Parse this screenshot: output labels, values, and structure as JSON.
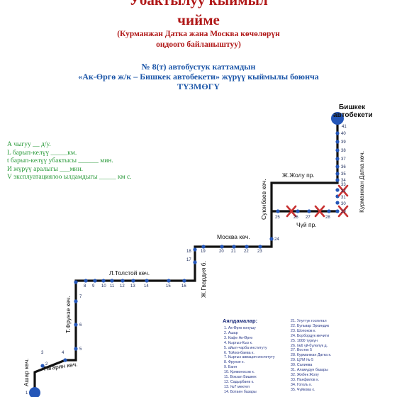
{
  "header": {
    "line1": "Убактылуу кыймыл",
    "line2": "чийме",
    "line3": "(Курманжан Датка жана Москва көчөлөрүн",
    "line4": "оңдоого байланыштуу)",
    "line5": "№ 8(т) автобустук каттамдын",
    "line6": "«Ак-Өргө ж/к – Бишкек автобекети» жүрүү кыймылы боюнча",
    "line7": "ТҮЗМӨГҮ"
  },
  "legend": [
    "А чыгуу __ д/у.",
    "L барып-келүү _____км.",
    "t барып-келүү убактысы ______ мин.",
    "И жүрүү аралыгы ___мин.",
    "V эксплуатациялоо ылдамдыгы _____ км с."
  ],
  "terminal": {
    "line1": "Бишкек",
    "line2": "автобекети"
  },
  "streets": {
    "zholu": "Ж.Жолу пр.",
    "suyunbaev": "Суюнбаев көч.",
    "kurmanjan": "Курманжан Датка көч.",
    "chuy": "Чүй пр.",
    "moskva": "Москва көч.",
    "gvardia": "Ж.Гвардия б.",
    "tolstoy": "Л.Толстой көч.",
    "frunze": "Т.Фрунзе көч.",
    "gagarin": "Гагарин көч.",
    "ashar": "Ашар көч."
  },
  "stop_numbers": [
    "1",
    "2",
    "3",
    "4",
    "5",
    "6",
    "7",
    "8",
    "9",
    "10",
    "11",
    "12",
    "13",
    "14",
    "15",
    "16",
    "17",
    "18",
    "19",
    "20",
    "21",
    "22",
    "23",
    "24",
    "25",
    "26",
    "27",
    "28",
    "29",
    "30",
    "31",
    "32",
    "33",
    "34",
    "35",
    "36",
    "37",
    "38",
    "39",
    "40",
    "41"
  ],
  "stops_title": "Аялдамалар:",
  "stops_col1": [
    "1. Ак-Өргө конушу",
    "2. Ашар",
    "3. Кафе Ак-Өргө",
    "4. Кыргыз-Кыз к.",
    "5. айыл-чарба институту",
    "6. Тойхонбаева к.",
    "7. Кыргыз авиация институту",
    "8. Фрунзе к.",
    "9. Баня",
    "10. Кривоносов к.",
    "11. Вокзал Бишкек",
    "12. Садырбаев к.",
    "13. №7 мектеп",
    "14. Ботаен базары"
  ],
  "stops_col2": [
    "21. Улуттук госпитал",
    "22. Бульвар Эркиндик",
    "23. Шопоков к.",
    "24. Борбордук мечити",
    "25. 1000 түркүн",
    "26. №6 үй-бүлөлүк д.",
    "27. Восток 5",
    "28. Курманжан Датка к.",
    "29. ЦУМ № 5",
    "30. Салиева",
    "31. Аламүдүн базары",
    "32. Жибек Жолу",
    "33. Панфилов к.",
    "34. Гоголь к.",
    "35. Чүйкова к."
  ],
  "colors": {
    "title_red": "#b01818",
    "heading_blue": "#1c56a8",
    "route_line": "#111111",
    "stop_blue": "#2456b8",
    "closed_red": "#c83232",
    "legend_green": "#2a9a3a"
  }
}
